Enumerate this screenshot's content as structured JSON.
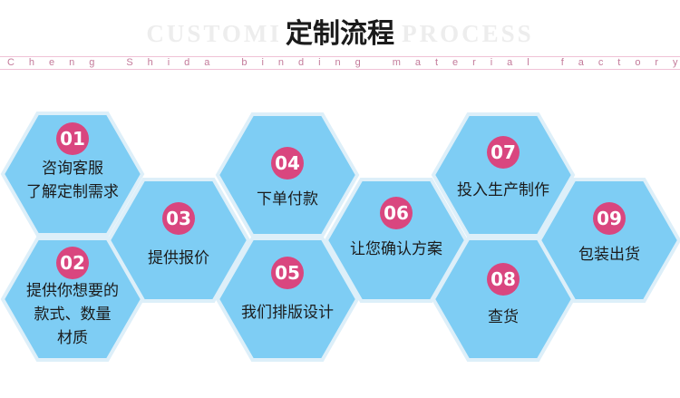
{
  "header": {
    "title": "定制流程",
    "bg_title": "CUSTOMIZATION PROCESS",
    "subtitle": "Cheng Shida binding material factory"
  },
  "colors": {
    "hex_fill": "#7ecdf4",
    "hex_border": "#ddeff9",
    "badge": "#d9467f",
    "text": "#1b1b1b"
  },
  "steps": [
    {
      "number": "01",
      "lines": [
        "咨询客服",
        "了解定制需求"
      ]
    },
    {
      "number": "02",
      "lines": [
        "提供你想要的",
        "款式、数量",
        "材质"
      ]
    },
    {
      "number": "03",
      "lines": [
        "提供报价"
      ]
    },
    {
      "number": "04",
      "lines": [
        "下单付款"
      ]
    },
    {
      "number": "05",
      "lines": [
        "我们排版设计"
      ]
    },
    {
      "number": "06",
      "lines": [
        "让您确认方案"
      ]
    },
    {
      "number": "07",
      "lines": [
        "投入生产制作"
      ]
    },
    {
      "number": "08",
      "lines": [
        "查货"
      ]
    },
    {
      "number": "09",
      "lines": [
        "包装出货"
      ]
    }
  ]
}
